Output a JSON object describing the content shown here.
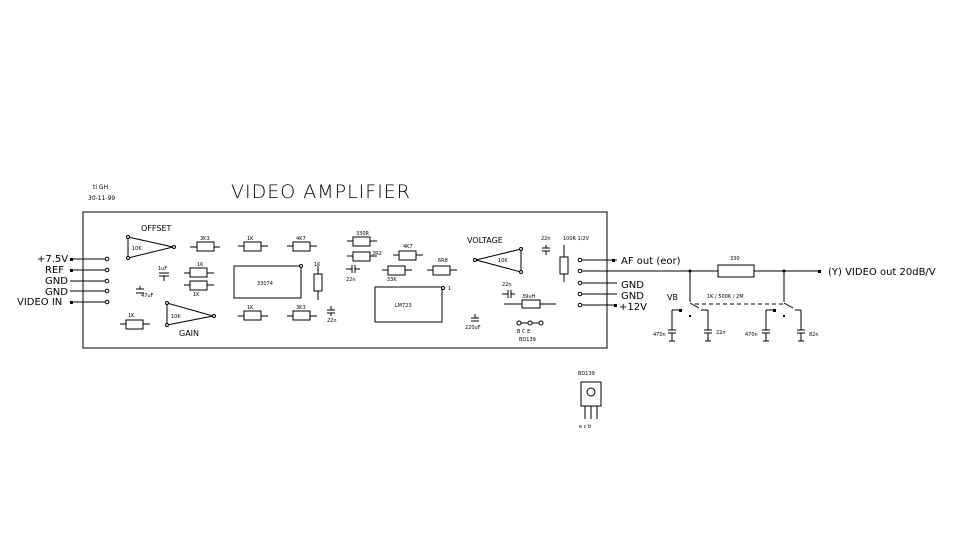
{
  "header": {
    "title": "VIDEO AMPLIFIER",
    "author": "ti GH",
    "date": "30-11-99"
  },
  "input_pins": [
    "+7.5V",
    "REF",
    "GND",
    "GND",
    "VIDEO IN"
  ],
  "output_pins": [
    "AF out (eor)",
    "",
    "GND",
    "GND",
    "+12V"
  ],
  "board": {
    "offset_label": "OFFSET",
    "gain_label": "GAIN",
    "voltage_label": "VOLTAGE",
    "offset_pot": "10K",
    "gain_pot": "10K",
    "voltage_pot": "10K",
    "ic1": "33074",
    "ic2": "LM723",
    "ic2_pin": "1",
    "resistors": {
      "r_3k3_top": "3K3",
      "r_1k_a": "1K",
      "r_1k_b": "1K",
      "r_1k_c": "1K",
      "r_1k_d": "1K",
      "r_4k7_a": "4K7",
      "r_1k_e": "1K",
      "r_1k_f": "1K",
      "r_3k3_bot": "3K3",
      "r_330r": "330R",
      "r_2r2": "2R2",
      "r_4k7_b": "4K7",
      "r_33k": "33K",
      "r_6r8": "6R8",
      "r_100r": "100R 1/2V",
      "inductor": "39uH"
    },
    "capacitors": {
      "c_1uf": "1uF",
      "c_47uf": "47uF",
      "c_22n_a": "22n",
      "c_22n_b": "22n",
      "c_22n_c": "22n",
      "c_22n_d": "22n",
      "c_220uf": "220uF"
    },
    "transistor_pins": "B C E",
    "transistor_name": "BD139"
  },
  "external": {
    "r_330": "330",
    "switch_label": "VB",
    "switch_values": "1K / 500K / 2M",
    "video_out": "(Y) VIDEO out 20dB/V",
    "c_470n_a": "470n",
    "c_22n_e": "22n",
    "c_470n_b": "470n",
    "c_82n": "82n"
  },
  "package": {
    "name": "BD139",
    "pins": "e c b"
  }
}
